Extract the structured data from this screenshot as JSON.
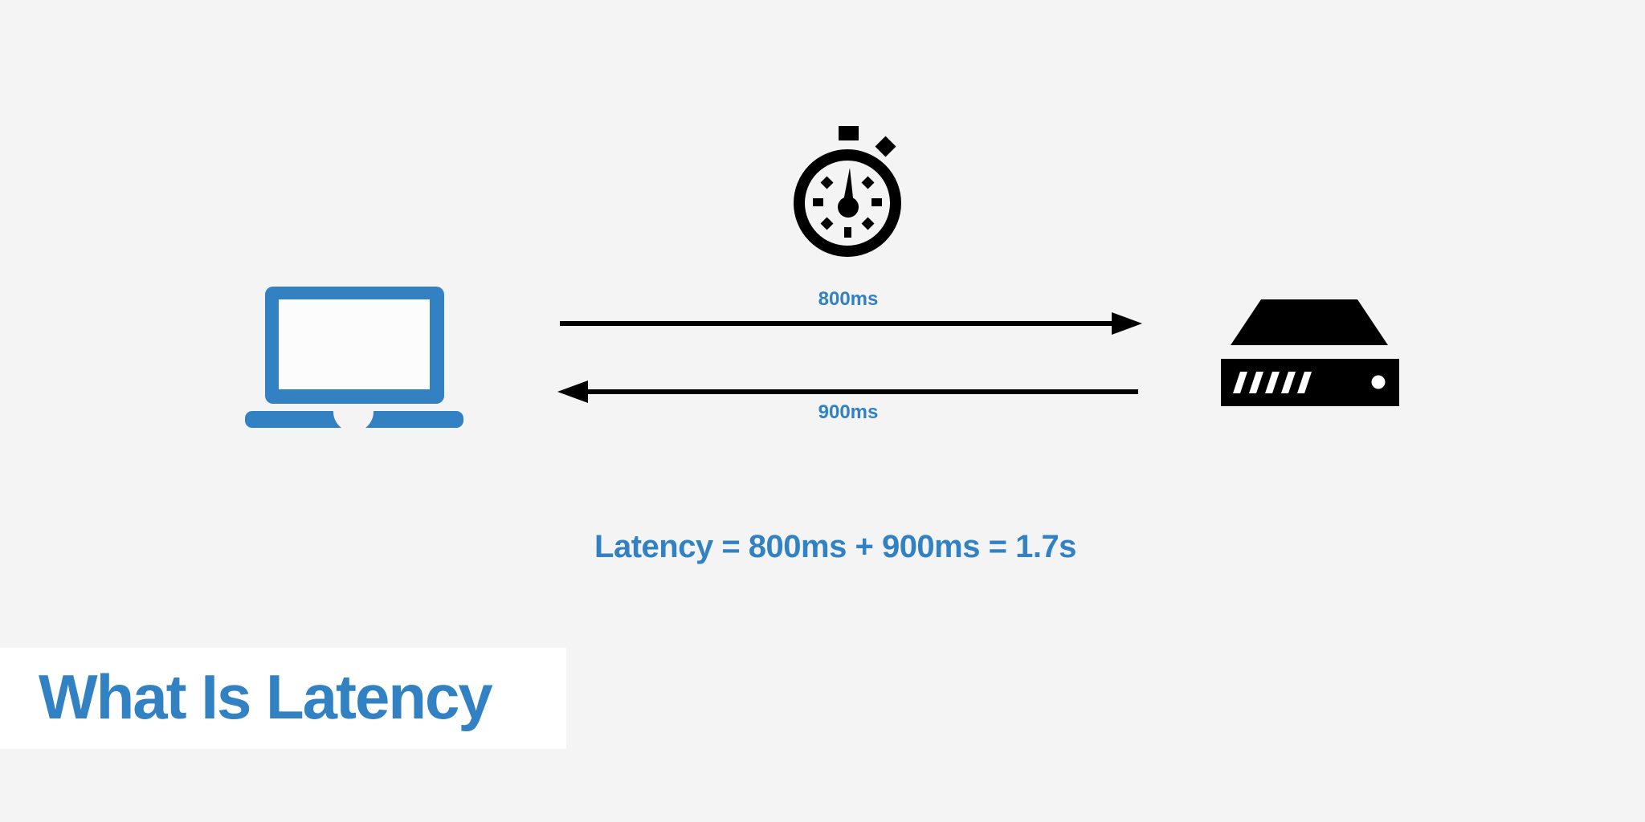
{
  "title": "What Is Latency",
  "diagram": {
    "request_label": "800ms",
    "response_label": "900ms",
    "formula": "Latency = 800ms + 900ms = 1.7s",
    "nodes": {
      "client": "laptop",
      "server": "server",
      "timer": "stopwatch"
    },
    "colors": {
      "accent_blue": "#3181c3",
      "icon_black": "#000000",
      "background": "#f4f4f4",
      "title_band": "#ffffff"
    }
  }
}
